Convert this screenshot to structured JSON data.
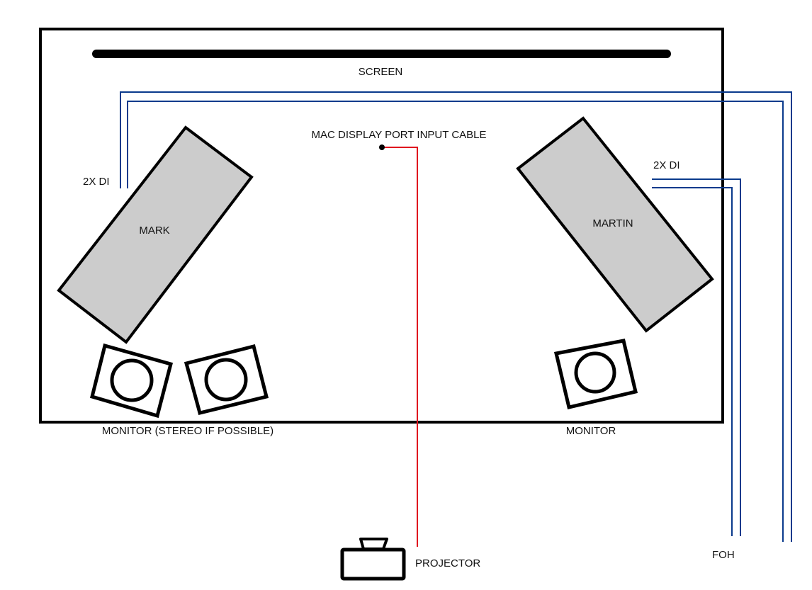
{
  "labels": {
    "screen": "SCREEN",
    "cable": "MAC DISPLAY PORT INPUT CABLE",
    "di_left": "2X DI",
    "di_right": "2X DI",
    "mark": "MARK",
    "martin": "MARTIN",
    "monitor_left": "MONITOR (STEREO IF POSSIBLE)",
    "monitor_right": "MONITOR",
    "projector": "PROJECTOR",
    "foh": "FOH"
  },
  "colors": {
    "stage": "#000000",
    "position_fill": "#cccccc",
    "audio_cable": "#0a3a8c",
    "video_cable": "#e0141e"
  }
}
